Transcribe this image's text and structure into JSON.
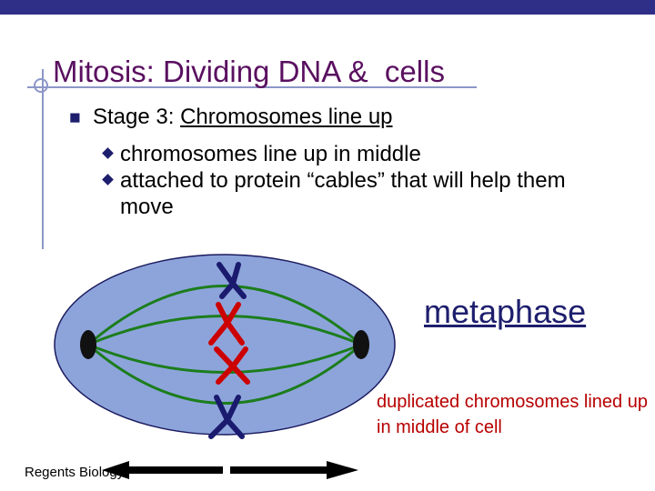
{
  "slide": {
    "title": "Mitosis: Dividing DNA &  cells",
    "bullet": {
      "prefix": "Stage 3: ",
      "link": "Chromosomes line up"
    },
    "sub_bullets": [
      "chromosomes line up in middle",
      "attached to protein “cables” that will help them move"
    ],
    "diagram_label": "metaphase",
    "caption": "duplicated chromosomes lined up in middle of cell",
    "footer": "Regents Biology"
  },
  "colors": {
    "title": "#5a1060",
    "band": "#2f2f88",
    "cell_fill": "#8da4db",
    "spindle": "#1c7d1c",
    "chromosome_blue": "#1a1a6e",
    "chromosome_red": "#cc0000",
    "caption": "#b80000"
  },
  "icons": [
    "bullet-square-icon",
    "bullet-diamond-icon",
    "crosshair-icon",
    "arrow-icon"
  ]
}
